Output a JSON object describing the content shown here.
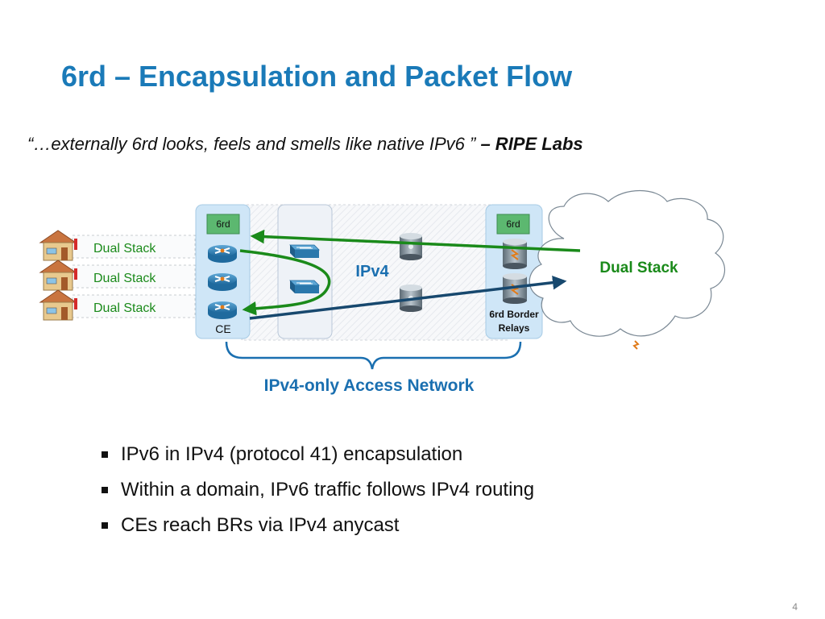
{
  "slide": {
    "title": "6rd – Encapsulation and Packet Flow",
    "quote_text": "“…externally 6rd looks, feels and smells like native IPv6 ”",
    "quote_attribution": " – RIPE Labs",
    "page_number": "4"
  },
  "diagram": {
    "home_labels": [
      "Dual Stack",
      "Dual Stack",
      "Dual Stack"
    ],
    "ce_tag": "6rd",
    "ce_label": "CE",
    "core_label": "IPv4",
    "br_tag": "6rd",
    "br_label_line1": "6rd Border",
    "br_label_line2": "Relays",
    "cloud_label": "Dual Stack",
    "access_network_label": "IPv4-only Access Network"
  },
  "bullets": [
    "IPv6 in IPv4 (protocol 41) encapsulation",
    "Within a domain, IPv6 traffic follows IPv4 routing",
    "CEs reach BRs via IPv4 anycast"
  ],
  "colors": {
    "title": "#1a7ab8",
    "ipv6_path": "#1a8a1a",
    "ipv4_path": "#17486e",
    "cloud_label": "#1a8a1a",
    "access_label": "#1a6fb0",
    "core_label": "#1a6fb0"
  }
}
